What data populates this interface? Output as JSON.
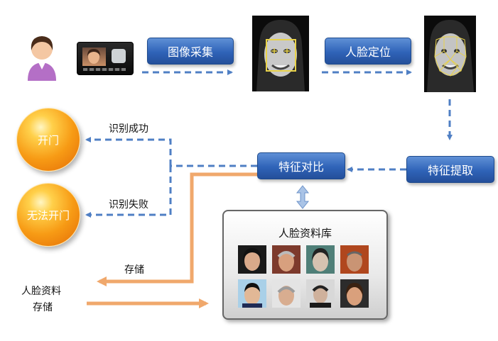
{
  "steps": {
    "capture": "图像采集",
    "locate": "人脸定位",
    "extract": "特征提取",
    "compare": "特征对比"
  },
  "results": {
    "success_label": "识别成功",
    "fail_label": "识别失败",
    "open_door": "开门",
    "cannot_open": "无法开门"
  },
  "database": {
    "title": "人脸资料库"
  },
  "storage": {
    "label": "存储",
    "face_data_line1": "人脸资料",
    "face_data_line2": "存储"
  },
  "colors": {
    "step_box": "#2f63b8",
    "dashed_arrow": "#4f7fc4",
    "orange_arrow": "#f0a86c",
    "result_circle": "#f79b15",
    "user_icon": "#b46fc6"
  }
}
